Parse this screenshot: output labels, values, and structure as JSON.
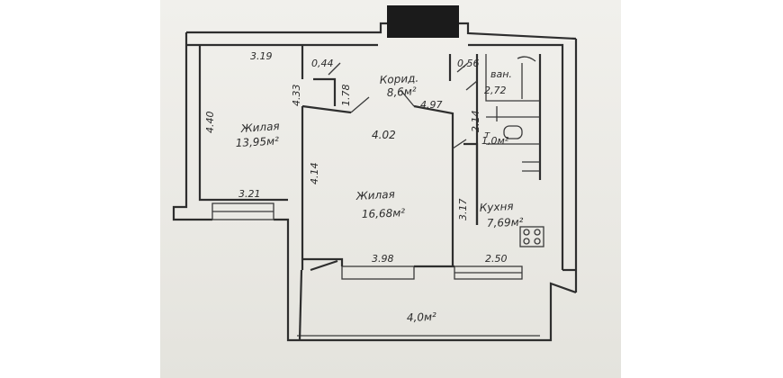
{
  "plan": {
    "rooms": {
      "living1": {
        "name": "Жилая",
        "area": "13,95м²"
      },
      "living2": {
        "name": "Жилая",
        "area": "16,68м²"
      },
      "corridor": {
        "name": "Корид.",
        "area": "8,6м²"
      },
      "kitchen": {
        "name": "Кухня",
        "area": "7,69м²"
      },
      "bath": {
        "name": "ван.",
        "dim": "2,72"
      },
      "toilet": {
        "name": "т",
        "area": "1,0м²"
      },
      "balcony": {
        "area": "4,0м²"
      }
    },
    "dimensions": {
      "d319": "3.19",
      "d044": "0,44",
      "d056": "0,56",
      "d440": "4.40",
      "d433": "4.33",
      "d178": "1.78",
      "d497": "4.97",
      "d402": "4.02",
      "d214": "2.14",
      "d414": "4.14",
      "d317": "3.17",
      "d321": "3.21",
      "d398": "3.98",
      "d250": "2.50"
    }
  }
}
